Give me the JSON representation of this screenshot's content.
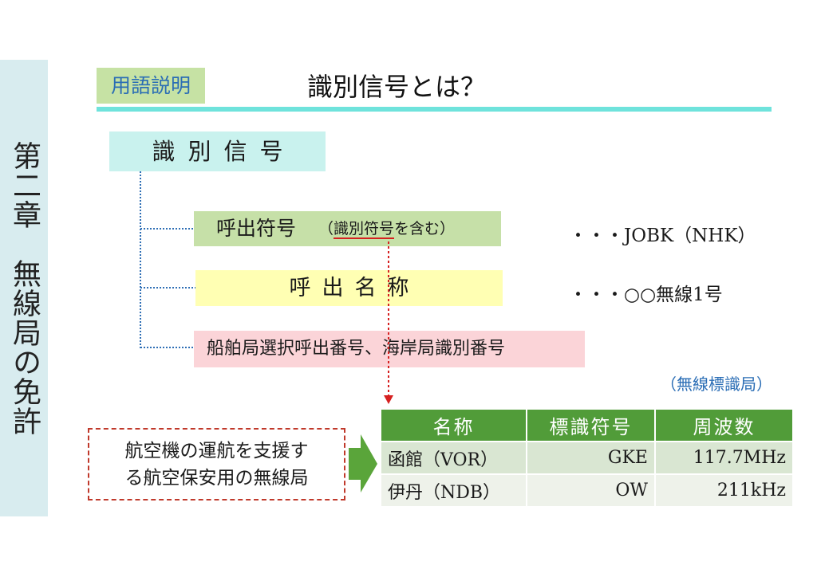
{
  "sidebar": {
    "chapter": "第二章　無線局の免許"
  },
  "header": {
    "tag": "用語説明",
    "title": "識別信号とは？"
  },
  "tree": {
    "root": "識別信号",
    "callsign": {
      "main": "呼出符号",
      "open": "（",
      "underlined": "識別符号",
      "rest": "を含む）"
    },
    "call_name": "呼出名称",
    "selcall": "船舶局選択呼出番号、海岸局識別番号"
  },
  "notes": {
    "callsign_example": "・・・JOBK（NHK）",
    "call_name_example": "・・・○○無線1号"
  },
  "beacon": {
    "caption": "（無線標識局）",
    "headers": [
      "名称",
      "標識符号",
      "周波数"
    ],
    "rows": [
      {
        "name": "函館（VOR）",
        "code": "GKE",
        "freq": "117.7MHz"
      },
      {
        "name": "伊丹（NDB）",
        "code": "OW",
        "freq": "211kHz"
      }
    ],
    "description_lines": [
      "航空機の運航を支援す",
      "る航空保安用の無線局"
    ]
  },
  "colors": {
    "sidebar": "#d8ecef",
    "tag_bg": "#c6e2a4",
    "rule": "#6fe3dc",
    "root_bg": "#c9f2ee",
    "callsign_bg": "#c6e0a8",
    "call_name_bg": "#ffffb3",
    "selcall_bg": "#fbd4d8",
    "table_header": "#519c39",
    "accent_blue": "#2a6db5",
    "accent_red": "#d62020"
  }
}
